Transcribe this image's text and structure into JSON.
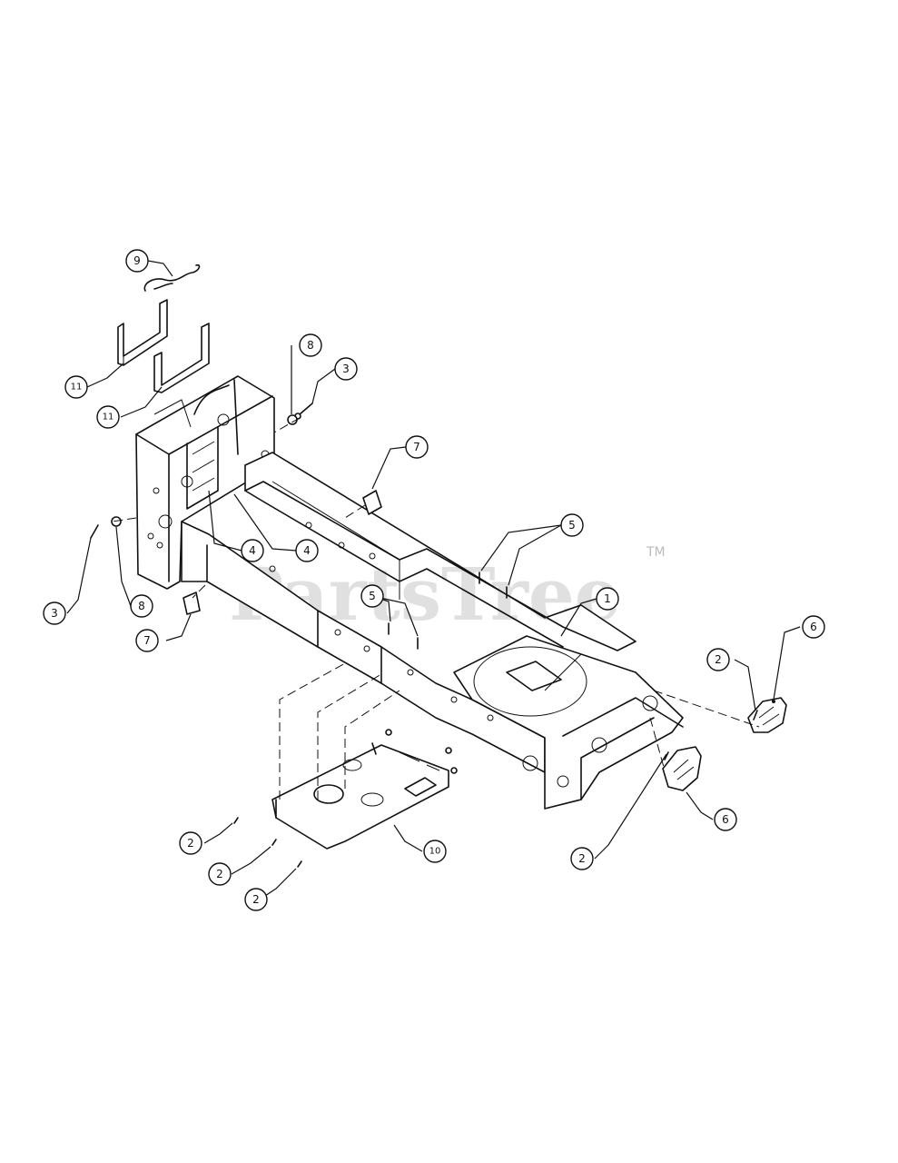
{
  "watermark": {
    "text": "PartsTree",
    "trademark": "TM"
  },
  "callouts": [
    {
      "id": "c-9",
      "label": "9"
    },
    {
      "id": "c-11a",
      "label": "11"
    },
    {
      "id": "c-11b",
      "label": "11"
    },
    {
      "id": "c-8a",
      "label": "8"
    },
    {
      "id": "c-3a",
      "label": "3"
    },
    {
      "id": "c-7a",
      "label": "7"
    },
    {
      "id": "c-5a",
      "label": "5"
    },
    {
      "id": "c-4a",
      "label": "4"
    },
    {
      "id": "c-4b",
      "label": "4"
    },
    {
      "id": "c-3b",
      "label": "3"
    },
    {
      "id": "c-8b",
      "label": "8"
    },
    {
      "id": "c-7b",
      "label": "7"
    },
    {
      "id": "c-5b",
      "label": "5"
    },
    {
      "id": "c-1",
      "label": "1"
    },
    {
      "id": "c-2a",
      "label": "2"
    },
    {
      "id": "c-6a",
      "label": "6"
    },
    {
      "id": "c-6b",
      "label": "6"
    },
    {
      "id": "c-2b",
      "label": "2"
    },
    {
      "id": "c-2c",
      "label": "2"
    },
    {
      "id": "c-2d",
      "label": "2"
    },
    {
      "id": "c-2e",
      "label": "2"
    },
    {
      "id": "c-10",
      "label": "10"
    }
  ]
}
